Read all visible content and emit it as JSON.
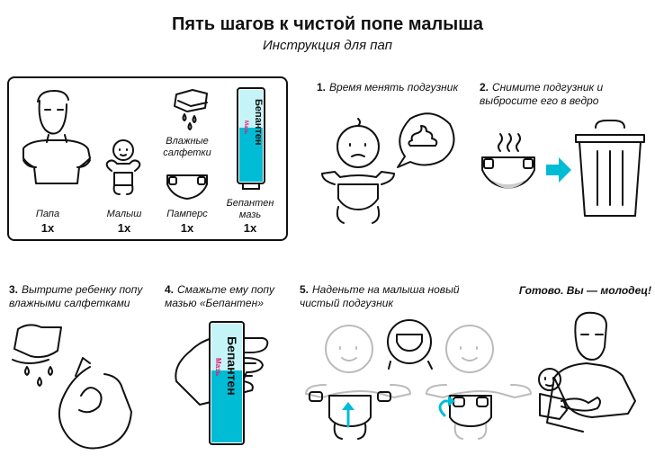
{
  "header": {
    "title": "Пять шагов к чистой попе малыша",
    "subtitle": "Инструкция для пап"
  },
  "kit": {
    "items": [
      {
        "label": "Папа",
        "qty": "1х"
      },
      {
        "label": "Малыш",
        "qty": "1х"
      },
      {
        "label": "Памперс",
        "qty": "1х"
      },
      {
        "label": "Бепантен мазь",
        "qty": "1х"
      }
    ],
    "wipes_label": "Влажные салфетки"
  },
  "tube": {
    "brand": "Бепантен",
    "sub": "Мазь"
  },
  "steps": [
    {
      "num": "1.",
      "text": "Время менять подгузник"
    },
    {
      "num": "2.",
      "text": "Снимите подгузник и выбросите его в ведро"
    },
    {
      "num": "3.",
      "text": "Вытрите ребенку попу влажными салфетками"
    },
    {
      "num": "4.",
      "text": "Смажьте ему попу мазью «Бепантен»"
    },
    {
      "num": "5.",
      "text": "Наденьте на малыша новый чистый подгузник"
    }
  ],
  "final": "Готово. Вы — молодец!",
  "colors": {
    "accent": "#00bcd4",
    "tube_pink": "#e8196e",
    "ink": "#111111",
    "baby_gray": "#bbbbbb"
  }
}
